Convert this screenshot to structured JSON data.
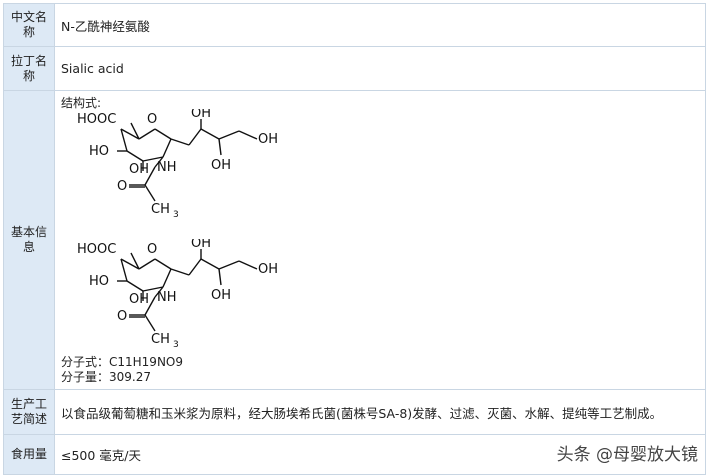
{
  "rows": [
    {
      "label": "中文名称",
      "value": "N-乙酰神经氨酸"
    },
    {
      "label": "拉丁名称",
      "value": "Sialic acid"
    },
    {
      "label": "基本信息",
      "structure_caption": "结构式:",
      "formula": "分子式：C11H19NO9",
      "mass": "分子量：309.27"
    },
    {
      "label": "生产工艺简述",
      "value": "以食品级葡萄糖和玉米浆为原料，经大肠埃希氏菌(菌株号SA-8)发酵、过滤、灭菌、水解、提纯等工艺制成。"
    },
    {
      "label": "食用量",
      "value": "≤500 毫克/天"
    }
  ],
  "structure_labels": {
    "hoooc": "HOOC",
    "oh": "OH",
    "ho": "HO",
    "nh": "NH",
    "o": "O",
    "ch3": "CH",
    "sub3": "3"
  },
  "watermark": "头条 @母婴放大镜"
}
